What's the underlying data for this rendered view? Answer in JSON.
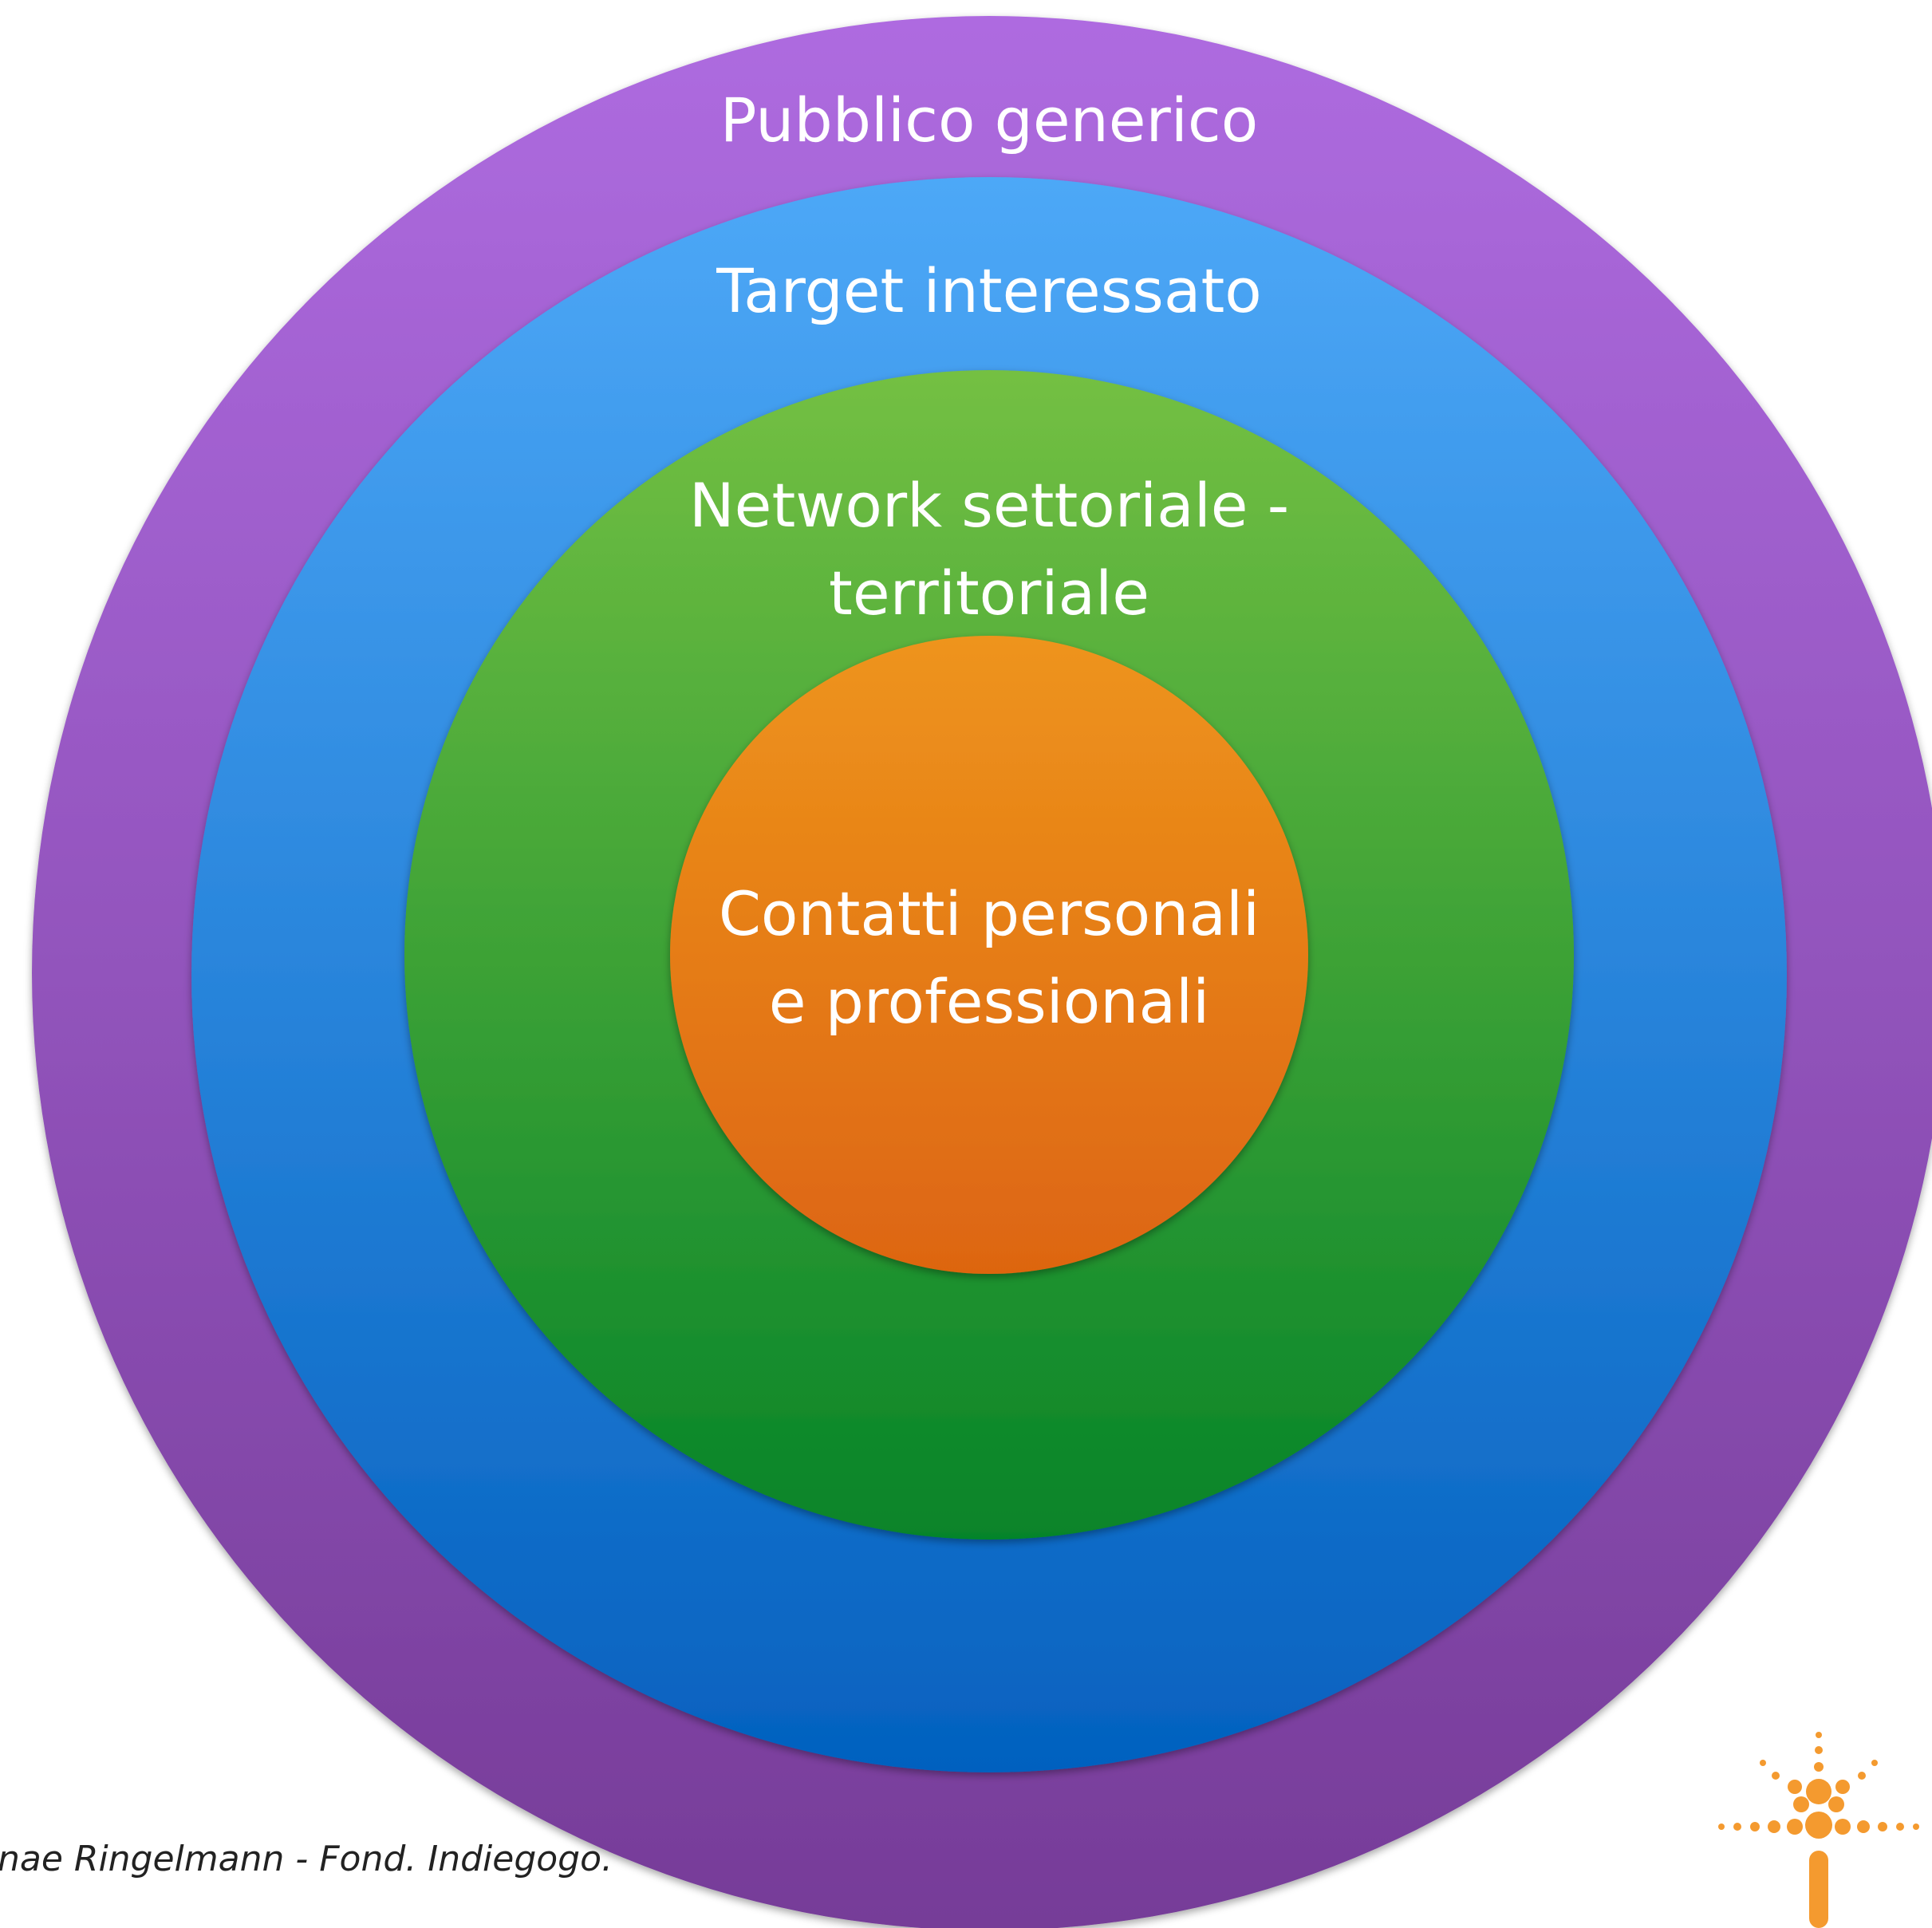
{
  "diagram": {
    "rings": [
      {
        "id": "pubblico-generico",
        "lines": [
          "Pubblico generico"
        ],
        "color_top": "#AE6BE0",
        "color_bottom": "#763C98"
      },
      {
        "id": "target-interessato",
        "lines": [
          "Target interessato"
        ],
        "color_top": "#4DA8F7",
        "color_bottom": "#0461BF"
      },
      {
        "id": "network-settoriale-territoriale",
        "lines": [
          "Network settoriale -",
          "territoriale"
        ],
        "color_top": "#74C043",
        "color_bottom": "#068429"
      },
      {
        "id": "contatti-personali-professionali",
        "lines": [
          "Contatti personali",
          "e professionali"
        ],
        "color_top": "#EE941C",
        "color_bottom": "#DD6511"
      }
    ]
  },
  "credit": {
    "text": "anae Ringelmann - Fond. Indiegogo."
  },
  "logo": {
    "icon": "indiegogo-logo-icon",
    "color": "#F49A2F"
  }
}
